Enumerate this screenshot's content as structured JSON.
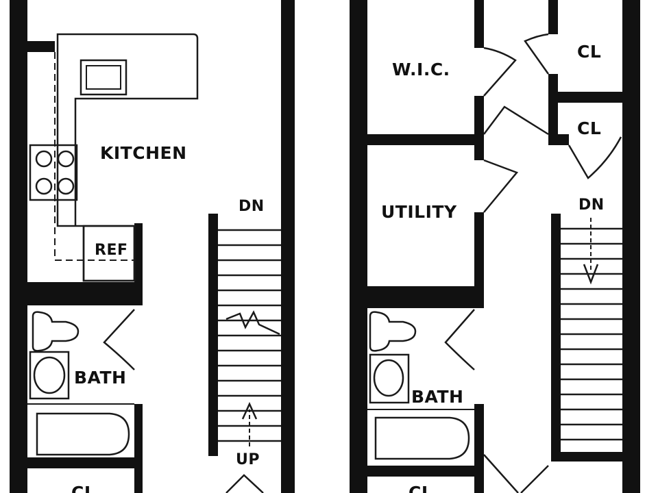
{
  "colors": {
    "wall": "#111111",
    "line": "#1a1a1a",
    "background": "#ffffff"
  },
  "left_unit": {
    "kitchen": "KITCHEN",
    "ref": "REF",
    "bath": "BATH",
    "closet_bottom": "CL",
    "stair_down": "DN",
    "stair_up": "UP"
  },
  "right_unit": {
    "wic": "W.I.C.",
    "closet_top": "CL",
    "closet_mid": "CL",
    "utility": "UTILITY",
    "bath": "BATH",
    "closet_bottom": "CL",
    "stair_down": "DN"
  }
}
